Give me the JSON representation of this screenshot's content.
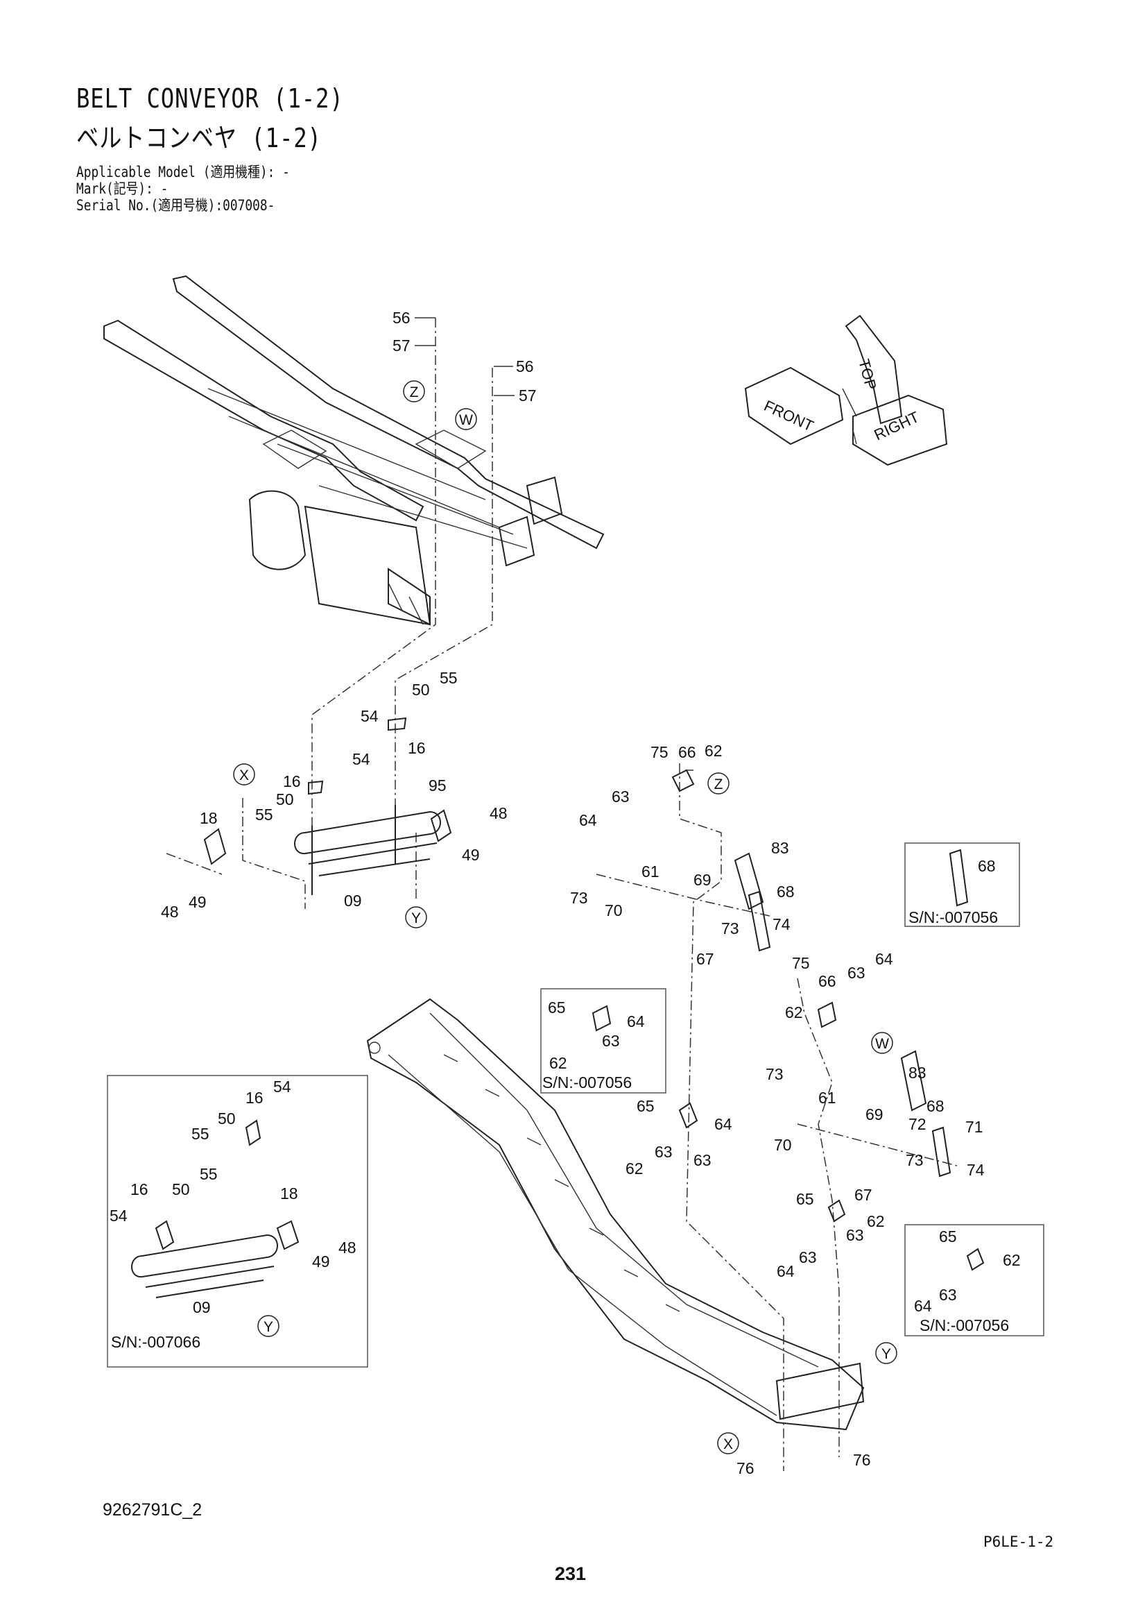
{
  "header": {
    "title_en": "BELT CONVEYOR (1-2)",
    "title_jp": "ベルトコンベヤ (1-2)",
    "applicable_model": "Applicable Model (適用機種): -",
    "mark": "Mark(記号): -",
    "serial_no": "Serial No.(適用号機):007008-"
  },
  "orientation": {
    "front": "FRONT",
    "right": "RIGHT",
    "top": "TOP"
  },
  "callouts": {
    "56": "56",
    "57": "57",
    "55": "55",
    "54": "54",
    "50": "50",
    "16": "16",
    "18": "18",
    "48": "48",
    "49": "49",
    "09": "09",
    "95": "95",
    "61": "61",
    "62": "62",
    "63": "63",
    "64": "64",
    "65": "65",
    "66": "66",
    "67": "67",
    "68": "68",
    "69": "69",
    "70": "70",
    "71": "71",
    "72": "72",
    "73": "73",
    "74": "74",
    "75": "75",
    "76": "76",
    "83": "83"
  },
  "refs": {
    "x": "X",
    "y": "Y",
    "z": "Z",
    "w": "W"
  },
  "inset_labels": {
    "sn_007066": "S/N:-007066",
    "sn_007056": "S/N:-007056"
  },
  "footer": {
    "drawing_no": "9262791C_2",
    "section": "P6LE-1-2",
    "page": "231"
  }
}
